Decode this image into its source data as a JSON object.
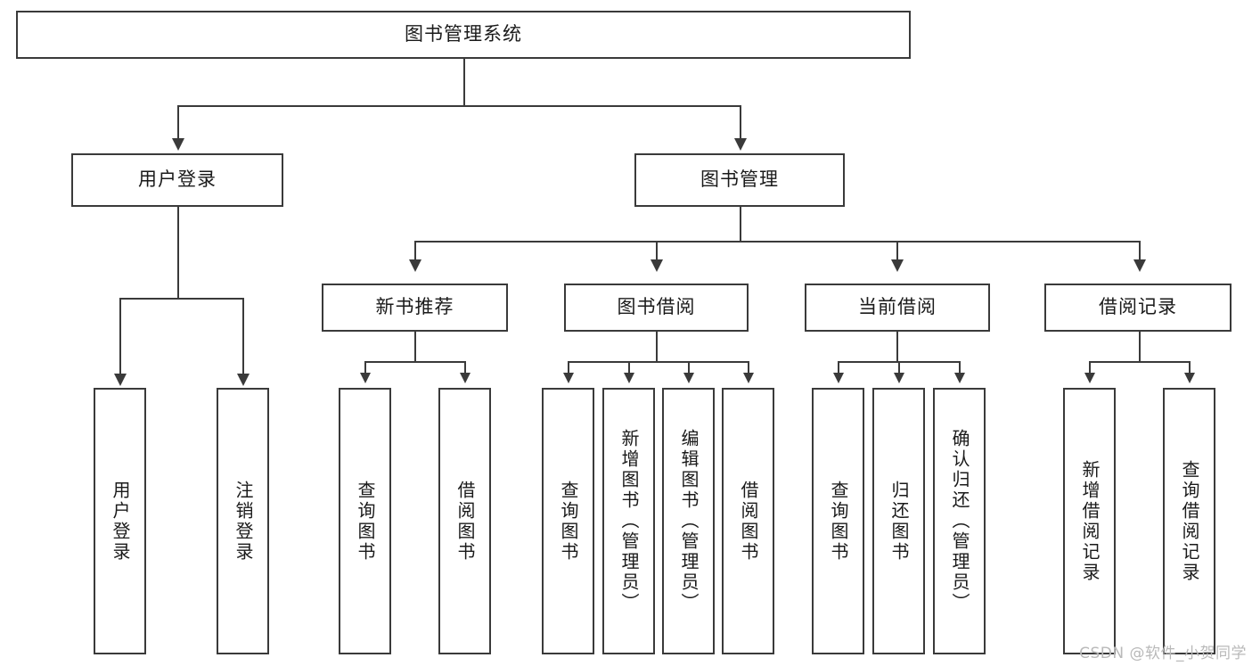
{
  "diagram": {
    "type": "tree-hierarchy",
    "root": {
      "id": "root",
      "label": "图书管理系统"
    },
    "level2": [
      {
        "id": "user-login",
        "label": "用户登录"
      },
      {
        "id": "book-management",
        "label": "图书管理"
      }
    ],
    "level3": [
      {
        "id": "new-book-recommend",
        "label": "新书推荐",
        "parent": "book-management"
      },
      {
        "id": "book-borrow",
        "label": "图书借阅",
        "parent": "book-management"
      },
      {
        "id": "current-borrow",
        "label": "当前借阅",
        "parent": "book-management"
      },
      {
        "id": "borrow-record",
        "label": "借阅记录",
        "parent": "book-management"
      }
    ],
    "leaves": {
      "user_login": [
        {
          "id": "leaf-user-login",
          "label": "用户登录"
        },
        {
          "id": "leaf-logout",
          "label": "注销登录"
        }
      ],
      "new_book_recommend": [
        {
          "id": "leaf-query-book-1",
          "label": "查询图书"
        },
        {
          "id": "leaf-borrow-book-1",
          "label": "借阅图书"
        }
      ],
      "book_borrow": [
        {
          "id": "leaf-query-book-2",
          "label": "查询图书"
        },
        {
          "id": "leaf-add-book",
          "label": "新增图书（管理员）"
        },
        {
          "id": "leaf-edit-book",
          "label": "编辑图书（管理员）"
        },
        {
          "id": "leaf-borrow-book-2",
          "label": "借阅图书"
        }
      ],
      "current_borrow": [
        {
          "id": "leaf-query-book-3",
          "label": "查询图书"
        },
        {
          "id": "leaf-return-book",
          "label": "归还图书"
        },
        {
          "id": "leaf-confirm-return",
          "label": "确认归还（管理员）"
        }
      ],
      "borrow_record": [
        {
          "id": "leaf-add-record",
          "label": "新增借阅记录"
        },
        {
          "id": "leaf-query-record",
          "label": "查询借阅记录"
        }
      ]
    }
  },
  "colors": {
    "stroke": "#3a3a3a",
    "text": "#1a1a1a",
    "background": "#ffffff",
    "watermark": "#b9b9b9"
  },
  "watermark": {
    "text": "CSDN @软件_小贺同学"
  }
}
